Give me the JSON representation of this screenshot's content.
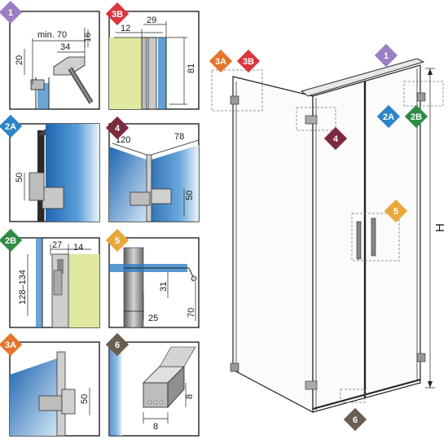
{
  "colors": {
    "d1": "#9b7ec3",
    "d2A": "#2d84c6",
    "d2B": "#2e8b45",
    "d3A": "#e5752c",
    "d3B": "#d9363e",
    "d4": "#7c2a3d",
    "d5": "#e6a93a",
    "d6": "#6a5e51",
    "glass": "#2f7fc4",
    "wall": "#dfe7a0"
  },
  "badges": {
    "b1": "1",
    "b2A": "2A",
    "b2B": "2B",
    "b3A": "3A",
    "b3B": "3B",
    "b4": "4",
    "b5": "5",
    "b6": "6"
  },
  "dims": {
    "p1_min": "min. 70",
    "p1_34": "34",
    "p1_16": "16",
    "p1_20": "20",
    "p3b_12": "12",
    "p3b_29": "29",
    "p3b_81": "81",
    "p2a_50": "50",
    "p4_120": "120",
    "p4_78": "78",
    "p4_50": "50",
    "p2b_27": "27",
    "p2b_14": "14",
    "p2b_h": "128–134",
    "p5_31": "31",
    "p5_25": "25",
    "p5_70": "70",
    "p3a_50": "50",
    "p6_8a": "8",
    "p6_8b": "8",
    "h": "H"
  }
}
